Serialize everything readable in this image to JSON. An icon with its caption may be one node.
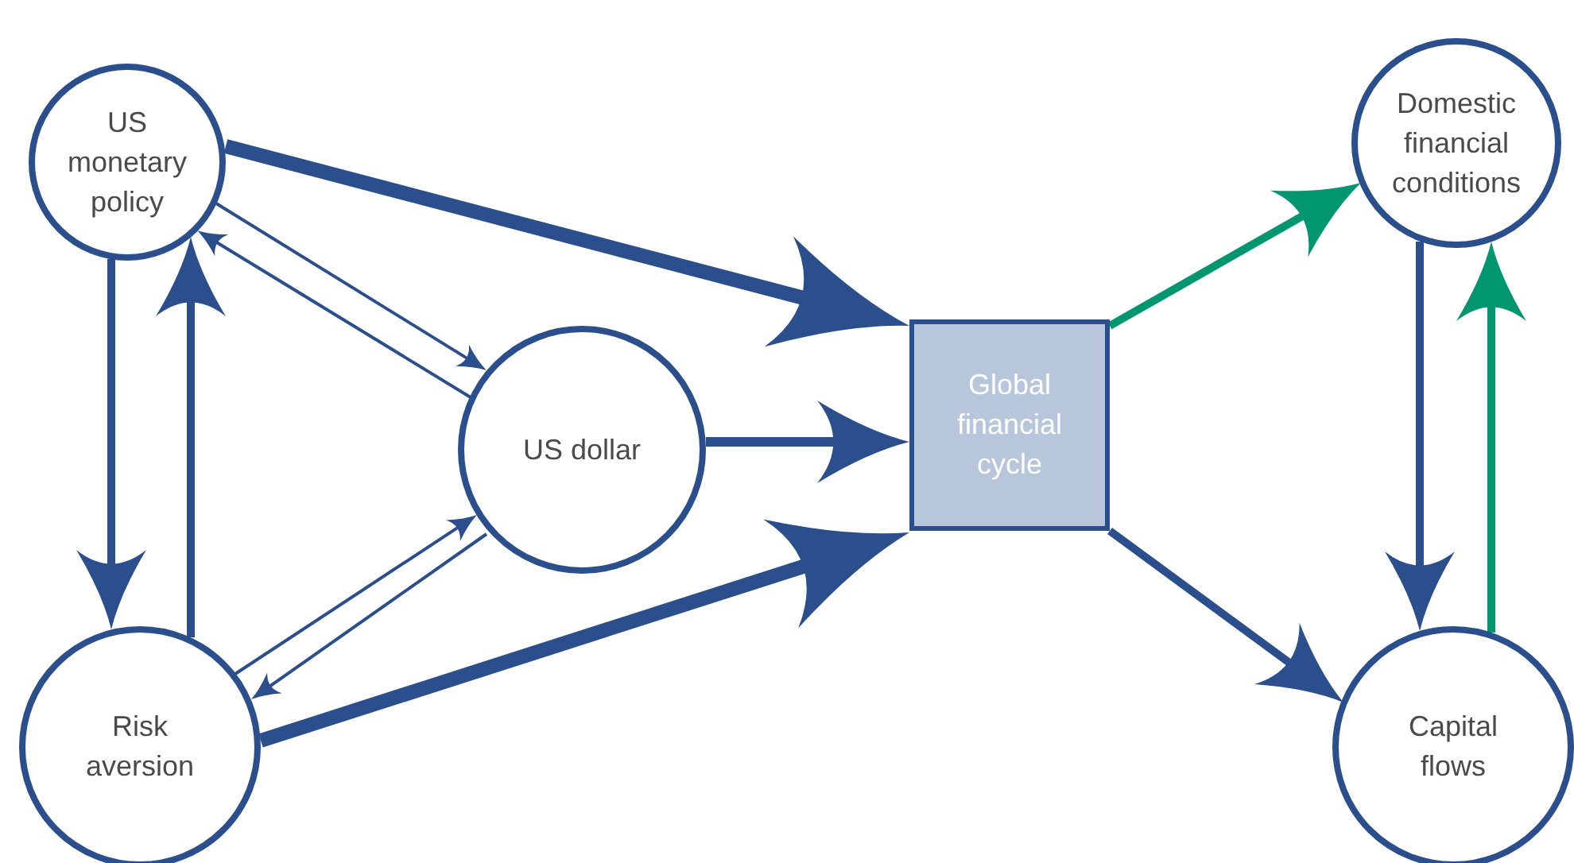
{
  "diagram": {
    "nodes": [
      {
        "text": [
          "US monetary policy"
        ]
      },
      {
        "text": [
          "Domestic financial conditions"
        ]
      },
      {
        "text": [
          "US dollar"
        ]
      },
      {
        "text": [
          "Global financial cycle"
        ]
      },
      {
        "text": [
          "Risk aversion"
        ]
      },
      {
        "text": [
          "Capital flows"
        ]
      }
    ],
    "edges": [
      {
        "from": 0,
        "to": 3,
        "arrow": "to",
        "style": "thick"
      },
      {
        "from": 2,
        "to": 3,
        "arrow": "to"
      },
      {
        "from": 4,
        "to": 3,
        "arrow": "to",
        "style": "thick"
      },
      {
        "from": 0,
        "to": 4,
        "arrow": "to"
      },
      {
        "from": 4,
        "to": 0,
        "arrow": "to"
      },
      {
        "from": 0,
        "to": 2,
        "arrow": "to"
      },
      {
        "from": 2,
        "to": 0,
        "arrow": "to"
      },
      {
        "from": 4,
        "to": 2,
        "arrow": "to"
      },
      {
        "from": 2,
        "to": 4,
        "arrow": "to"
      },
      {
        "from": 3,
        "to": 1,
        "arrow": "to",
        "color": "#009670"
      },
      {
        "from": 3,
        "to": 5,
        "arrow": "to"
      },
      {
        "from": 1,
        "to": 5,
        "arrow": "to"
      },
      {
        "from": 5,
        "to": 1,
        "arrow": "to",
        "color": "#009670"
      }
    ]
  }
}
